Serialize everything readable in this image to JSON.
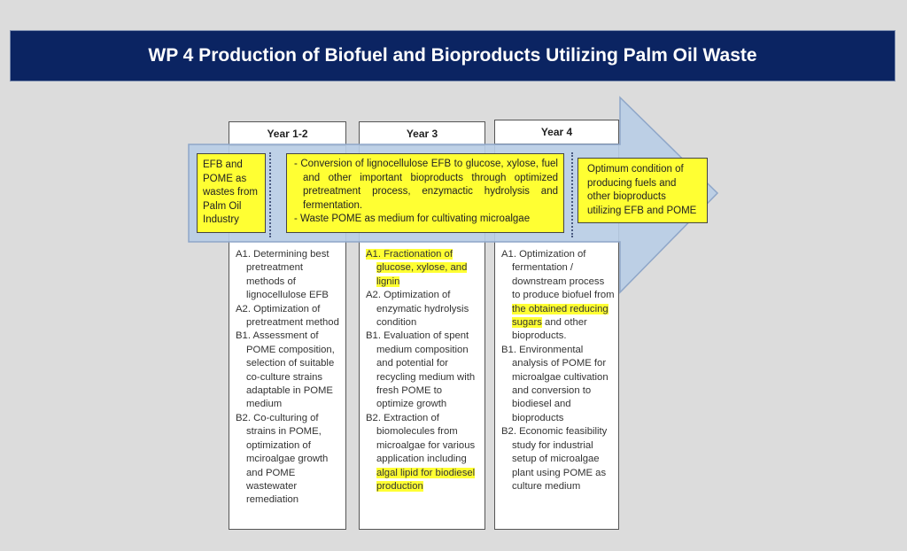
{
  "title": "WP 4 Production of Biofuel and Bioproducts Utilizing Palm Oil Waste",
  "colors": {
    "title_bg": "#0b2462",
    "arrow": "#b9cde5",
    "highlight": "#ffff33"
  },
  "columns": [
    {
      "header": "Year 1-2",
      "items": [
        {
          "parts": [
            {
              "t": "A1. Determining best pretreatment methods of lignocellulose EFB",
              "hl": false
            }
          ]
        },
        {
          "parts": [
            {
              "t": "A2. Optimization of pretreatment method",
              "hl": false
            }
          ]
        },
        {
          "parts": [
            {
              "t": "B1. Assessment of POME composition, selection of suitable co-culture strains adaptable in POME medium",
              "hl": false
            }
          ]
        },
        {
          "parts": [
            {
              "t": "B2. Co-culturing of strains in POME, optimization of mciroalgae growth and POME wastewater remediation",
              "hl": false
            }
          ]
        }
      ]
    },
    {
      "header": "Year 3",
      "items": [
        {
          "parts": [
            {
              "t": "A1. Fractionation of glucose, xylose, and lignin",
              "hl": true
            }
          ]
        },
        {
          "parts": [
            {
              "t": "A2. Optimization of enzymatic hydrolysis condition",
              "hl": false
            }
          ]
        },
        {
          "parts": [
            {
              "t": "B1. Evaluation of spent medium composition and potential for recycling medium with fresh POME to optimize growth",
              "hl": false
            }
          ]
        },
        {
          "parts": [
            {
              "t": "B2. Extraction of biomolecules from microalgae for various application including ",
              "hl": false
            },
            {
              "t": "algal lipid for biodiesel production",
              "hl": true
            }
          ]
        }
      ]
    },
    {
      "header": "Year 4",
      "items": [
        {
          "parts": [
            {
              "t": "A1. Optimization of fermentation / downstream process to produce biofuel from ",
              "hl": false
            },
            {
              "t": "the obtained reducing sugars",
              "hl": true
            },
            {
              "t": " and other bioproducts.",
              "hl": false
            }
          ]
        },
        {
          "parts": [
            {
              "t": "B1. Environmental analysis of POME for microalgae cultivation and conversion to biodiesel and bioproducts",
              "hl": false
            }
          ]
        },
        {
          "parts": [
            {
              "t": "B2. Economic feasibility study for industrial setup of microalgae plant using POME as culture medium",
              "hl": false
            }
          ]
        }
      ]
    }
  ],
  "arrow_boxes": {
    "start": "EFB and POME as wastes from Palm Oil Industry",
    "middle": [
      "Conversion of lignocellulose EFB to glucose, xylose, fuel and other important bioproducts through optimized pretreatment process, enzymactic hydrolysis and fermentation.",
      "Waste POME as medium for cultivating microalgae"
    ],
    "end": "Optimum condition of producing fuels and other bioproducts utilizing EFB and POME"
  }
}
